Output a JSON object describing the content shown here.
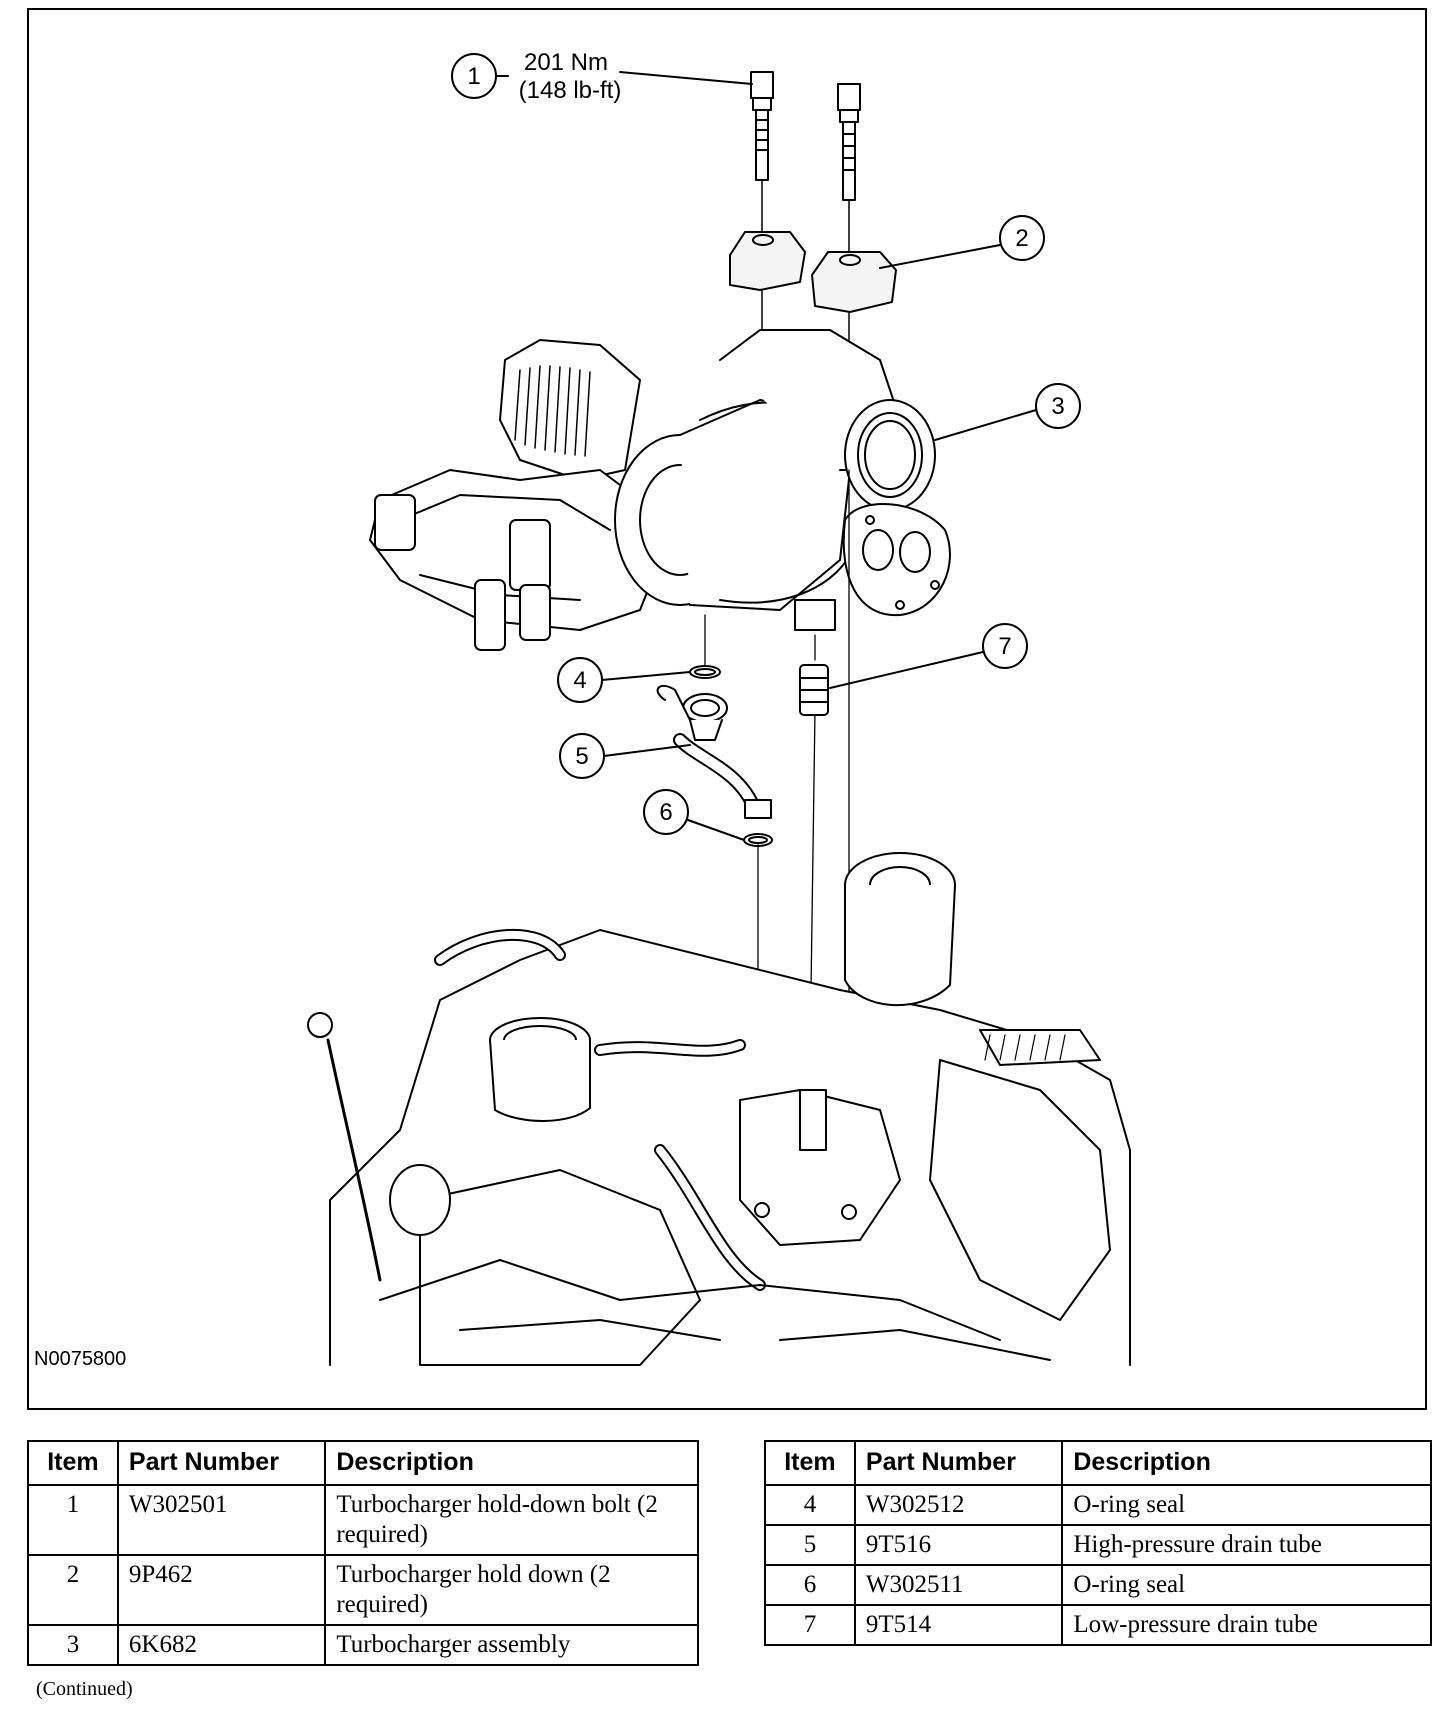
{
  "figure": {
    "id": "N0075800",
    "torque": {
      "nm": "201 Nm",
      "lbft": "(148 lb-ft)"
    },
    "callouts": [
      "1",
      "2",
      "3",
      "4",
      "5",
      "6",
      "7"
    ]
  },
  "tables": {
    "headers": {
      "item": "Item",
      "part_number": "Part Number",
      "description": "Description"
    },
    "left_rows": [
      {
        "item": "1",
        "part": "W302501",
        "desc": "Turbocharger hold-down bolt (2 required)"
      },
      {
        "item": "2",
        "part": "9P462",
        "desc": "Turbocharger hold down (2 required)"
      },
      {
        "item": "3",
        "part": "6K682",
        "desc": "Turbocharger assembly"
      }
    ],
    "right_rows": [
      {
        "item": "4",
        "part": "W302512",
        "desc": "O-ring seal"
      },
      {
        "item": "5",
        "part": "9T516",
        "desc": "High-pressure drain tube"
      },
      {
        "item": "6",
        "part": "W302511",
        "desc": "O-ring seal"
      },
      {
        "item": "7",
        "part": "9T514",
        "desc": "Low-pressure drain tube"
      }
    ]
  },
  "footer": {
    "continued": "(Continued)"
  }
}
